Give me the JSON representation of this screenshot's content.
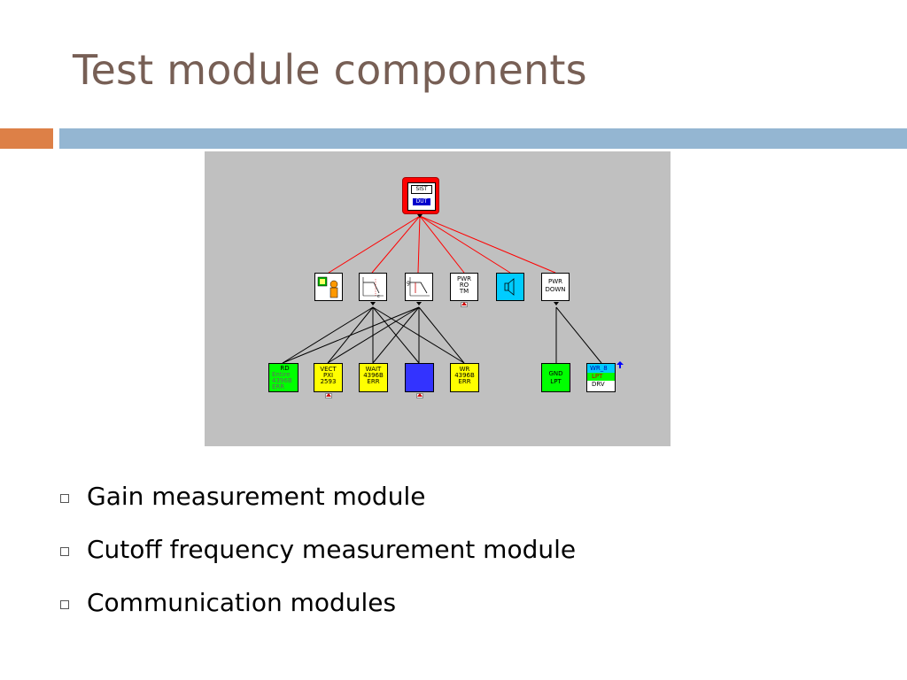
{
  "slide": {
    "title": "Test module components"
  },
  "diagram": {
    "root": {
      "top_label": "SIST",
      "bottom_label": "DUT"
    },
    "level2": [
      {
        "id": "user-module",
        "icon": "user-icon"
      },
      {
        "id": "lowpass-module",
        "icon": "lowpass-graph-icon",
        "axis_label": "c"
      },
      {
        "id": "gain-module",
        "icon": "gain-graph-icon",
        "axis_label": "g"
      },
      {
        "id": "pwr-ro-tm",
        "lines": [
          "PWR",
          "RO",
          "TM"
        ]
      },
      {
        "id": "speaker-module",
        "icon": "speaker-icon"
      },
      {
        "id": "pwr-down",
        "lines": [
          "PWR",
          "DOWN"
        ]
      }
    ],
    "level3": [
      {
        "id": "rd-entire",
        "lines": [
          "RD",
          "Entire",
          "4396B",
          "ERR"
        ],
        "color": "#00ff00"
      },
      {
        "id": "vect-pxi",
        "lines": [
          "VECT",
          "PXI",
          "2593"
        ],
        "color": "#ffff00"
      },
      {
        "id": "wait",
        "lines": [
          "WAIT",
          "4396B",
          "ERR"
        ],
        "color": "#ffff00"
      },
      {
        "id": "blue-module",
        "lines": [
          "",
          ""
        ],
        "color": "#3333ff"
      },
      {
        "id": "wr",
        "lines": [
          "WR",
          "4396B",
          "ERR"
        ],
        "color": "#ffff00"
      },
      {
        "id": "gnd-lpt",
        "lines": [
          "GND",
          "LPT"
        ],
        "color": "#00ff00"
      },
      {
        "id": "wr-lpt-drv",
        "lines": [
          "WR_8",
          "LPT",
          "DRV"
        ],
        "color": "#ffffff"
      }
    ],
    "colors": {
      "background": "#c0c0c0",
      "root_border": "#ff0000",
      "root_links": "#ff0000",
      "child_links": "#000000"
    }
  },
  "bullets": [
    "Gain measurement module",
    "Cutoff frequency measurement module",
    "Communication modules"
  ]
}
